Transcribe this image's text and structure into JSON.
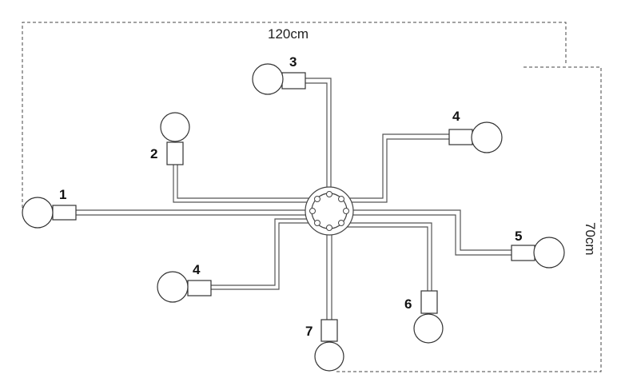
{
  "dimensions": {
    "width_label": "120cm",
    "height_label": "70cm"
  },
  "arm_labels": {
    "arm1": "1",
    "arm2": "2",
    "arm3": "3",
    "arm4_upper": "4",
    "arm5": "5",
    "arm6": "6",
    "arm7": "7",
    "arm4_lower": "4"
  },
  "colors": {
    "line": "#555555",
    "text": "#111111"
  }
}
